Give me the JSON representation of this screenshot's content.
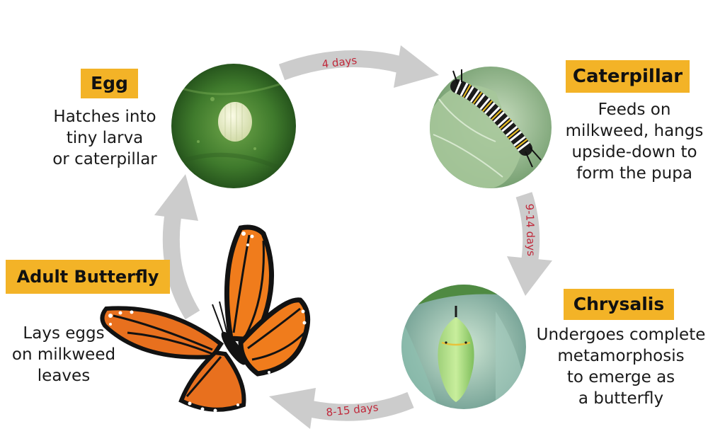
{
  "stages": {
    "egg": {
      "title": "Egg",
      "desc": "Hatches into\ntiny larva\nor caterpillar"
    },
    "caterpillar": {
      "title": "Caterpillar",
      "desc": "Feeds on\nmilkweed, hangs\nupside-down to\nform the pupa"
    },
    "chrysalis": {
      "title": "Chrysalis",
      "desc": "Undergoes complete\nmetamorphosis\nto emerge as\na butterfly"
    },
    "adult": {
      "title": "Adult Butterfly",
      "desc": "Lays eggs\non milkweed\nleaves"
    }
  },
  "arrows": {
    "egg_to_caterpillar": "4 days",
    "caterpillar_to_chrysalis": "9-14 days",
    "chrysalis_to_adult": "8-15 days"
  },
  "colors": {
    "label_bg": "#f3b327",
    "arrow": "#cccccc",
    "arrow_text": "#c0283a"
  }
}
